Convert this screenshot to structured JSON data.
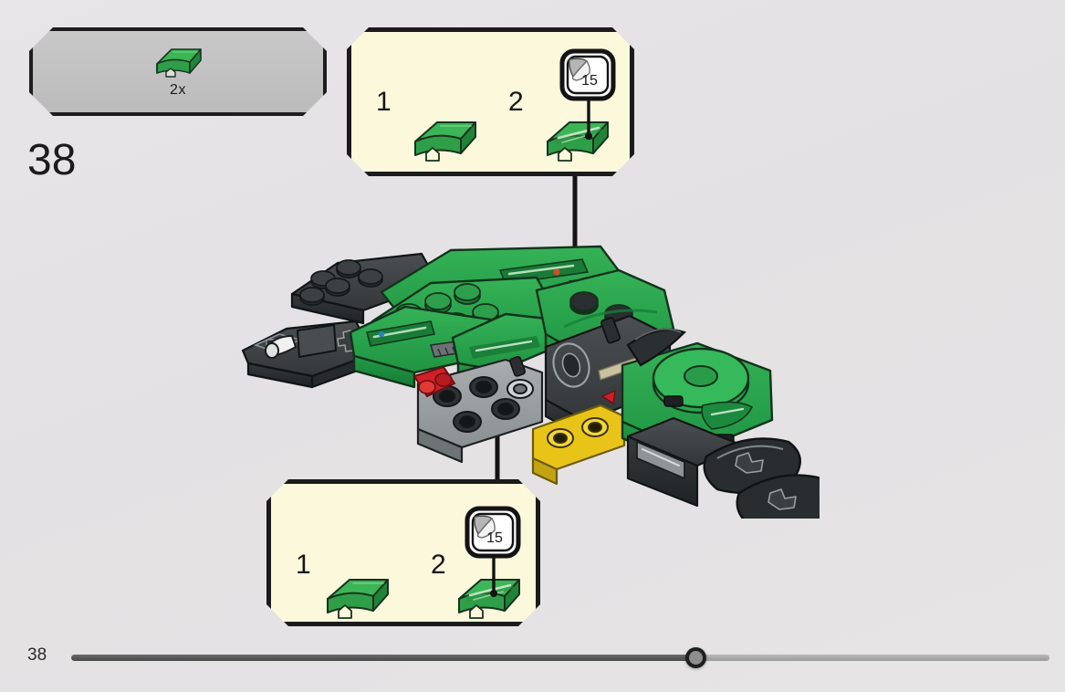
{
  "page": {
    "step_number": "38",
    "footer_page_number": "38",
    "background_color": "#e3e1e3"
  },
  "parts_list": {
    "name": "parts-list",
    "fill_color": "#c3c2c3",
    "border_color": "#1d1d1d",
    "parts": [
      {
        "count_label": "2x",
        "part_name": "curved-slope-2x2",
        "color": "#2aa34a"
      }
    ]
  },
  "callouts": [
    {
      "id": "callout-top",
      "fill_color": "#fbf8dc",
      "border_color": "#1b1b1b",
      "substeps": [
        {
          "label": "1",
          "part_name": "curved-slope-2x2-plain",
          "color": "#2aa34a"
        },
        {
          "label": "2",
          "part_name": "curved-slope-2x2-with-sticker",
          "color": "#2aa34a"
        }
      ],
      "sticker": {
        "name": "sticker-badge",
        "number": "15"
      }
    },
    {
      "id": "callout-bottom",
      "fill_color": "#fbf8dc",
      "border_color": "#1b1b1b",
      "substeps": [
        {
          "label": "1",
          "part_name": "curved-slope-2x2-plain",
          "color": "#2aa34a"
        },
        {
          "label": "2",
          "part_name": "curved-slope-2x2-with-sticker",
          "color": "#2aa34a"
        }
      ],
      "sticker": {
        "name": "sticker-badge",
        "number": "15"
      }
    }
  ],
  "leader_arrows": [
    {
      "name": "leader-arrow-top",
      "direction": "down"
    },
    {
      "name": "leader-arrow-bottom",
      "direction": "up"
    }
  ],
  "model": {
    "name": "lego-race-car-assembly",
    "primary_color": "#23a049",
    "dark_color": "#373a3c",
    "accent_colors": [
      "#d8232a",
      "#e8c31e",
      "#9a9a9a"
    ]
  },
  "progress": {
    "name": "progress-bar",
    "completed_color": "#555555",
    "remaining_color": "#a8a8a8",
    "knob_color": "#8e8e8e"
  }
}
